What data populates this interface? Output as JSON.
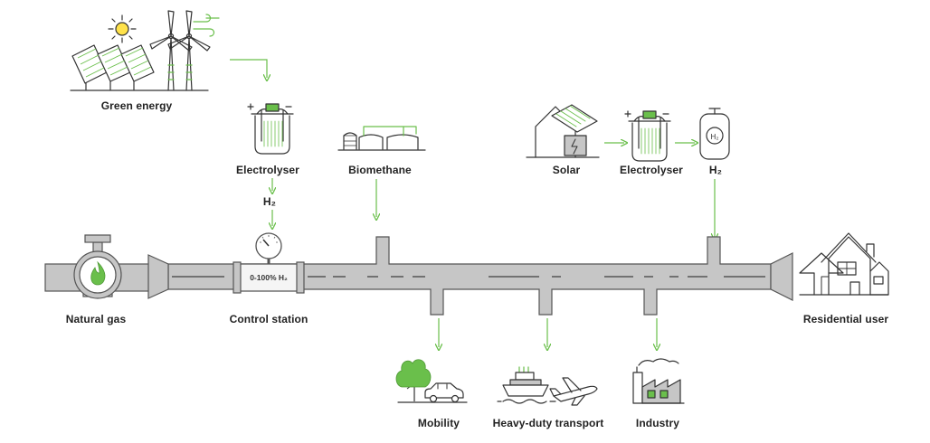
{
  "colors": {
    "accent": "#6abf4b",
    "pipe": "#c6c6c6",
    "line": "#333333"
  },
  "labels": {
    "green_energy": "Green energy",
    "electrolyser_left": "Electrolyser",
    "h2_left": "H₂",
    "biomethane": "Biomethane",
    "solar": "Solar",
    "electrolyser_right": "Electrolyser",
    "h2_right": "H₂",
    "natural_gas": "Natural gas",
    "control_station": "Control station",
    "residential_user": "Residential user",
    "mobility": "Mobility",
    "heavy_duty_transport": "Heavy-duty transport",
    "industry": "Industry"
  },
  "gauge": {
    "range_text": "0-100% H₂"
  },
  "icons": [
    "sun-icon",
    "solar-panel-icon",
    "wind-turbine-icon",
    "electrolyser-icon",
    "biomethane-plant-icon",
    "house-icon",
    "hydrogen-tank-icon",
    "valve-icon",
    "flame-icon",
    "pressure-gauge-icon",
    "residential-houses-icon",
    "tree-icon",
    "car-icon",
    "ship-icon",
    "airplane-icon",
    "factory-icon"
  ]
}
